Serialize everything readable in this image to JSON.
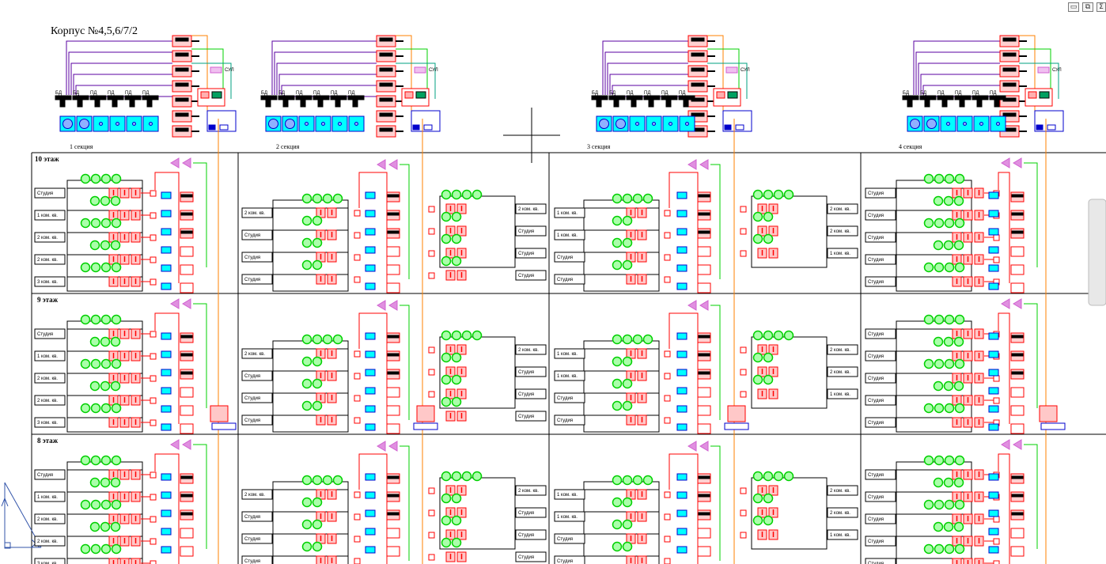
{
  "title": "Корпус №4,5,6/7/2",
  "window_controls": {
    "minimize": "▭",
    "restore": "⧉",
    "close": "Σ"
  },
  "sections": [
    {
      "name": "1 секция"
    },
    {
      "name": "2 секция"
    },
    {
      "name": "3 секция"
    },
    {
      "name": "4 секция"
    }
  ],
  "floors": [
    "10 этаж",
    "9 этаж",
    "8 этаж"
  ],
  "top_labels": [
    "БД",
    "БД",
    "ПД",
    "ПД",
    "ПД",
    "ПД"
  ],
  "cup_label": "СУЛ",
  "apartments": {
    "s1": [
      "Студия",
      "1 ком. кв.",
      "2 ком. кв.",
      "2 ком. кв.",
      "3 ком. кв."
    ],
    "s2_left": [
      "2 ком. кв.",
      "Студия",
      "Студия",
      "Студия"
    ],
    "s2_right": [
      "2 ком. кв.",
      "Студия",
      "Студия",
      "Студия"
    ],
    "s3_left": [
      "1 ком. кв.",
      "1 ком. кв.",
      "Студия",
      "Студия"
    ],
    "s3_right": [
      "2 ком. кв.",
      "2 ком. кв.",
      "1 ком. кв."
    ],
    "s4": [
      "Студия",
      "Студия",
      "Студия",
      "Студия",
      "Студия"
    ]
  },
  "colors": {
    "red": "#ff0000",
    "green": "#00d000",
    "cyan": "#00ffff",
    "orange": "#ff8000",
    "purple": "#5a00a0",
    "blue": "#0000cc",
    "magenta": "#d060d0",
    "dark": "#000000"
  }
}
